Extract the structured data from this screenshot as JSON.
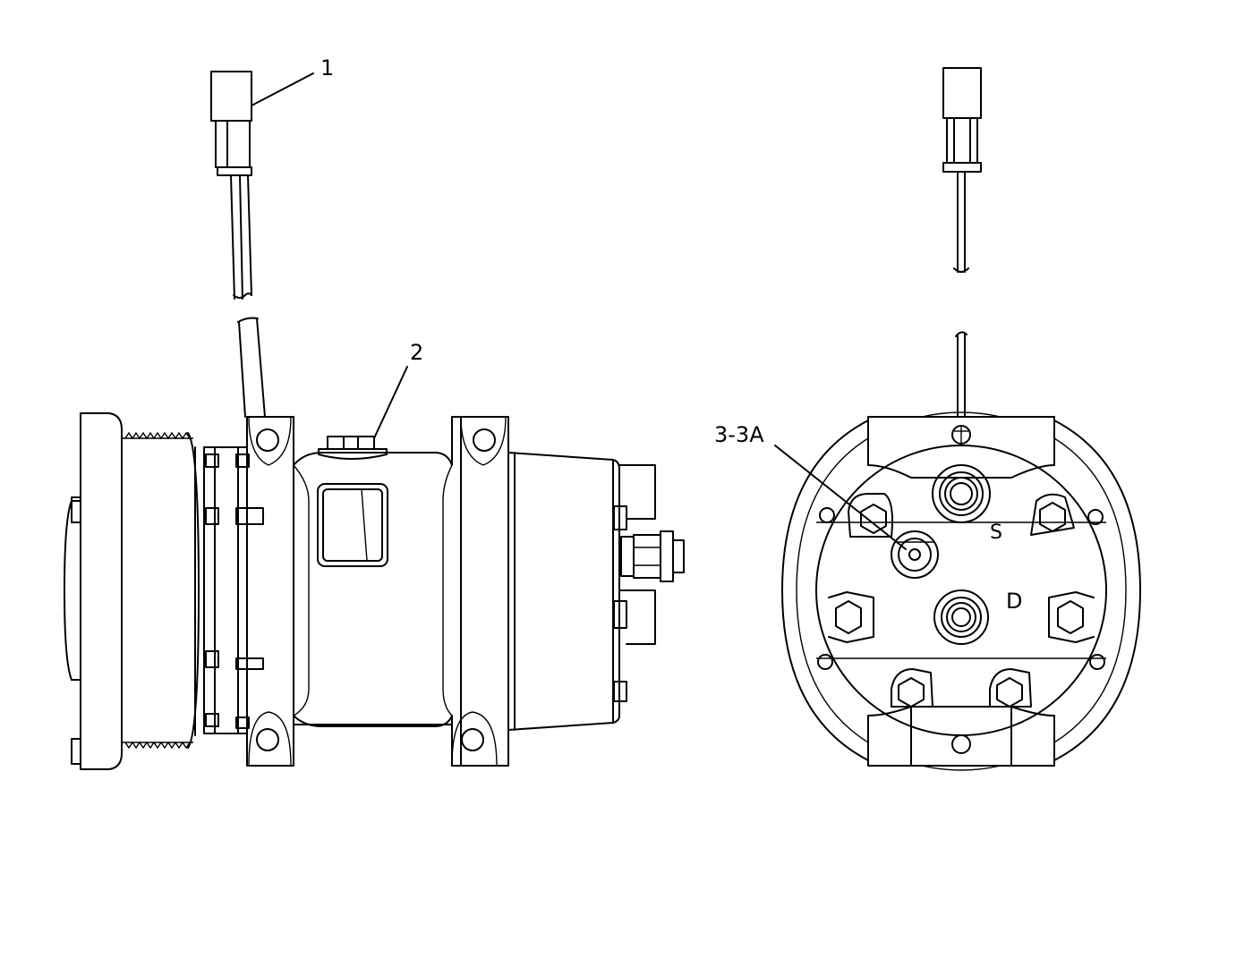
{
  "callouts": {
    "c1": "1",
    "c2": "2",
    "c3": "3-3A"
  },
  "port_marks": {
    "suction": "S",
    "discharge": "D"
  }
}
